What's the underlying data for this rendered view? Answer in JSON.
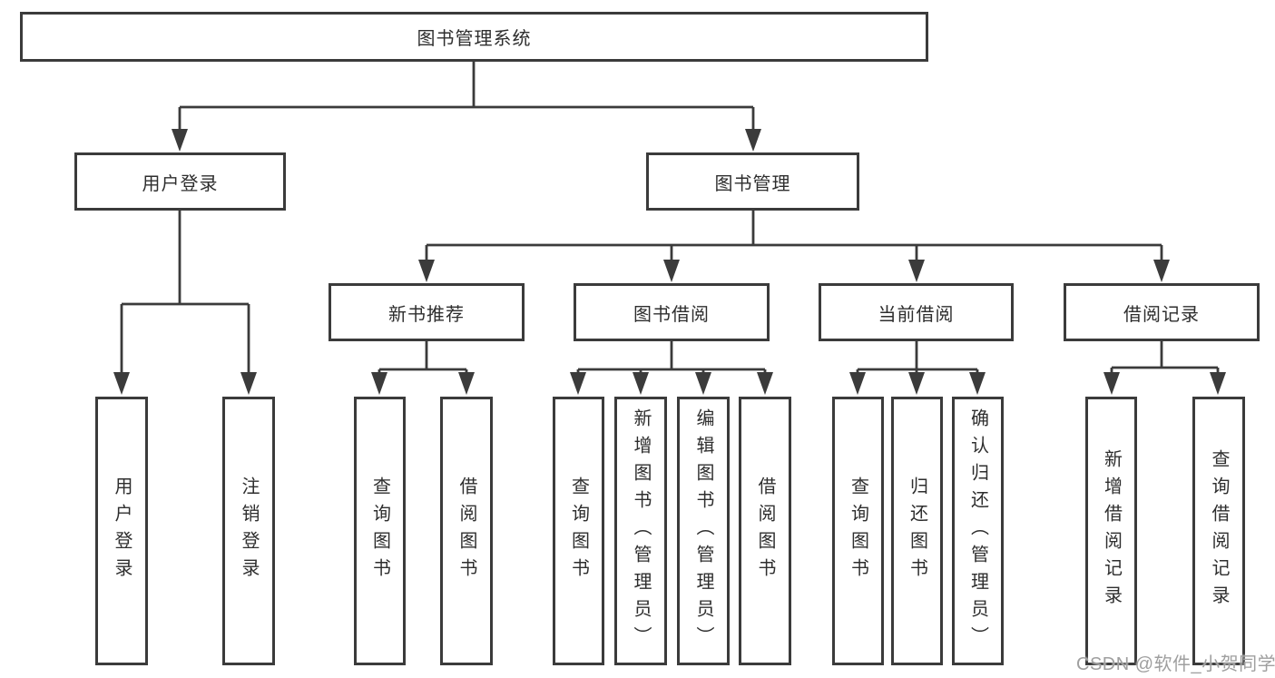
{
  "tree": {
    "root": "图书管理系统",
    "branches": [
      {
        "label": "用户登录",
        "children": [
          "用户登录",
          "注销登录"
        ]
      },
      {
        "label": "图书管理",
        "groups": [
          {
            "label": "新书推荐",
            "children": [
              "查询图书",
              "借阅图书"
            ]
          },
          {
            "label": "图书借阅",
            "children": [
              "查询图书",
              "新增图书（管理员）",
              "编辑图书（管理员）",
              "借阅图书"
            ]
          },
          {
            "label": "当前借阅",
            "children": [
              "查询图书",
              "归还图书",
              "确认归还（管理员）"
            ]
          },
          {
            "label": "借阅记录",
            "children": [
              "新增借阅记录",
              "查询借阅记录"
            ]
          }
        ]
      }
    ]
  },
  "watermark": "CSDN @软件_小贺同学",
  "colors": {
    "line": "#3b3b3b",
    "text": "#2e2e2e",
    "watermark": "#9f9f9f",
    "background": "#ffffff"
  }
}
